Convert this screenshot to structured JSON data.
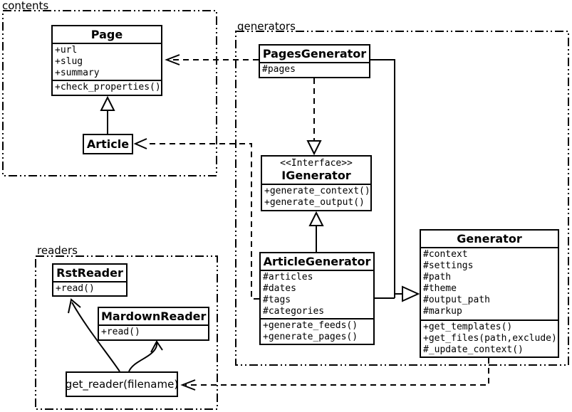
{
  "packages": {
    "contents": {
      "label": "contents"
    },
    "generators": {
      "label": "generators"
    },
    "readers": {
      "label": "readers"
    }
  },
  "classes": {
    "page": {
      "title": "Page",
      "attributes": [
        "+url",
        "+slug",
        "+summary"
      ],
      "methods": [
        "+check_properties()"
      ]
    },
    "article": {
      "title": "Article"
    },
    "pages_generator": {
      "title": "PagesGenerator",
      "attributes": [
        "#pages"
      ]
    },
    "igenerator": {
      "stereotype": "<<Interface>>",
      "title": "IGenerator",
      "methods": [
        "+generate_context()",
        "+generate_output()"
      ]
    },
    "article_generator": {
      "title": "ArticleGenerator",
      "attributes": [
        "#articles",
        "#dates",
        "#tags",
        "#categories"
      ],
      "methods": [
        "+generate_feeds()",
        "+generate_pages()"
      ]
    },
    "generator": {
      "title": "Generator",
      "attributes": [
        "#context",
        "#settings",
        "#path",
        "#theme",
        "#output_path",
        "#markup"
      ],
      "methods": [
        "+get_templates()",
        "+get_files(path,exclude)",
        "#_update_context()"
      ]
    },
    "rst_reader": {
      "title": "RstReader",
      "methods": [
        "+read()"
      ]
    },
    "markdown_reader": {
      "title": "MardownReader",
      "methods": [
        "+read()"
      ]
    },
    "get_reader": {
      "label": "get_reader(filename)"
    }
  },
  "relationships": [
    {
      "from": "Article",
      "to": "Page",
      "type": "inheritance"
    },
    {
      "from": "PagesGenerator",
      "to": "IGenerator",
      "type": "realization"
    },
    {
      "from": "ArticleGenerator",
      "to": "IGenerator",
      "type": "inheritance"
    },
    {
      "from": "PagesGenerator",
      "to": "Generator",
      "type": "inheritance"
    },
    {
      "from": "ArticleGenerator",
      "to": "Generator",
      "type": "inheritance"
    },
    {
      "from": "PagesGenerator",
      "to": "Page",
      "type": "dependency"
    },
    {
      "from": "ArticleGenerator",
      "to": "Article",
      "type": "dependency"
    },
    {
      "from": "Generator",
      "to": "get_reader(filename)",
      "type": "dependency"
    },
    {
      "from": "get_reader(filename)",
      "to": "RstReader",
      "type": "association"
    },
    {
      "from": "get_reader(filename)",
      "to": "MardownReader",
      "type": "association"
    }
  ],
  "colors": {
    "line": "#000000",
    "background": "#ffffff"
  }
}
